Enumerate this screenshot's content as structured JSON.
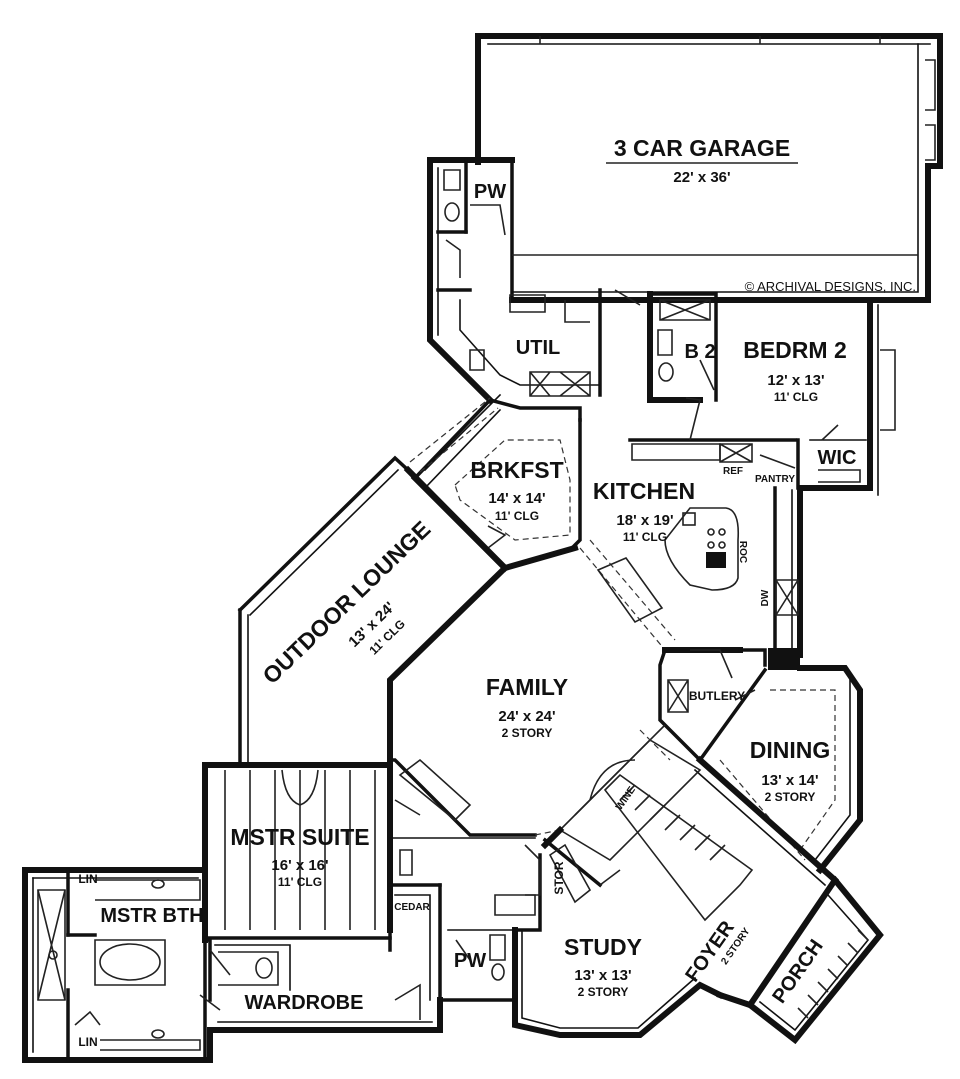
{
  "copyright": "© ARCHIVAL DESIGNS, INC.",
  "rooms": {
    "garage": {
      "name": "3 CAR GARAGE",
      "dims": "22' x 36'"
    },
    "pw_top": {
      "name": "PW"
    },
    "util": {
      "name": "UTIL"
    },
    "b2": {
      "name": "B 2"
    },
    "bedrm2": {
      "name": "BEDRM 2",
      "dims": "12' x 13'",
      "clg": "11' CLG"
    },
    "wic": {
      "name": "WIC"
    },
    "ref": {
      "name": "REF"
    },
    "pantry": {
      "name": "PANTRY"
    },
    "brkfst": {
      "name": "BRKFST",
      "dims": "14' x 14'",
      "clg": "11' CLG"
    },
    "kitchen": {
      "name": "KITCHEN",
      "dims": "18' x 19'",
      "clg": "11' CLG"
    },
    "roc": {
      "name": "ROC"
    },
    "dw": {
      "name": "DW"
    },
    "outdoor_lounge": {
      "name": "OUTDOOR LOUNGE",
      "dims": "13' x 24'",
      "clg": "11' CLG"
    },
    "family": {
      "name": "FAMILY",
      "dims": "24' x 24'",
      "clg": "2 STORY"
    },
    "butlery": {
      "name": "BUTLERY"
    },
    "dining": {
      "name": "DINING",
      "dims": "13' x 14'",
      "clg": "2 STORY"
    },
    "wine": {
      "name": "WINE"
    },
    "mstr_suite": {
      "name": "MSTR SUITE",
      "dims": "16' x 16'",
      "clg": "11' CLG"
    },
    "lin_top": {
      "name": "LIN"
    },
    "mstr_bth": {
      "name": "MSTR BTH"
    },
    "cedar": {
      "name": "CEDAR"
    },
    "stor": {
      "name": "STOR"
    },
    "pw_bottom": {
      "name": "PW"
    },
    "study": {
      "name": "STUDY",
      "dims": "13' x 13'",
      "clg": "2 STORY"
    },
    "foyer": {
      "name": "FOYER",
      "clg": "2 STORY"
    },
    "porch": {
      "name": "PORCH"
    },
    "wardrobe": {
      "name": "WARDROBE"
    },
    "lin_bottom": {
      "name": "LIN"
    }
  }
}
